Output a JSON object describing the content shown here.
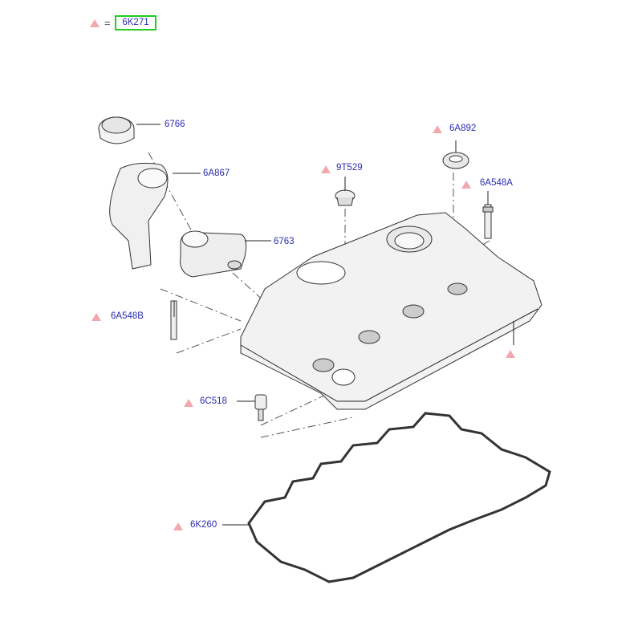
{
  "legend": {
    "symbol": "warning-triangle",
    "equals": "=",
    "part": "6K271"
  },
  "callouts": [
    {
      "part": "6766",
      "flagged": false
    },
    {
      "part": "6A867",
      "flagged": false
    },
    {
      "part": "6763",
      "flagged": false
    },
    {
      "part": "6A548B",
      "flagged": true
    },
    {
      "part": "9T529",
      "flagged": true
    },
    {
      "part": "6A892",
      "flagged": true
    },
    {
      "part": "6A548A",
      "flagged": true
    },
    {
      "part": "6C518",
      "flagged": true
    },
    {
      "part": "6K260",
      "flagged": true
    }
  ],
  "colors": {
    "label": "#2b2bb0",
    "triangle": "#f2a9ae",
    "highlight": "#22cc22"
  }
}
